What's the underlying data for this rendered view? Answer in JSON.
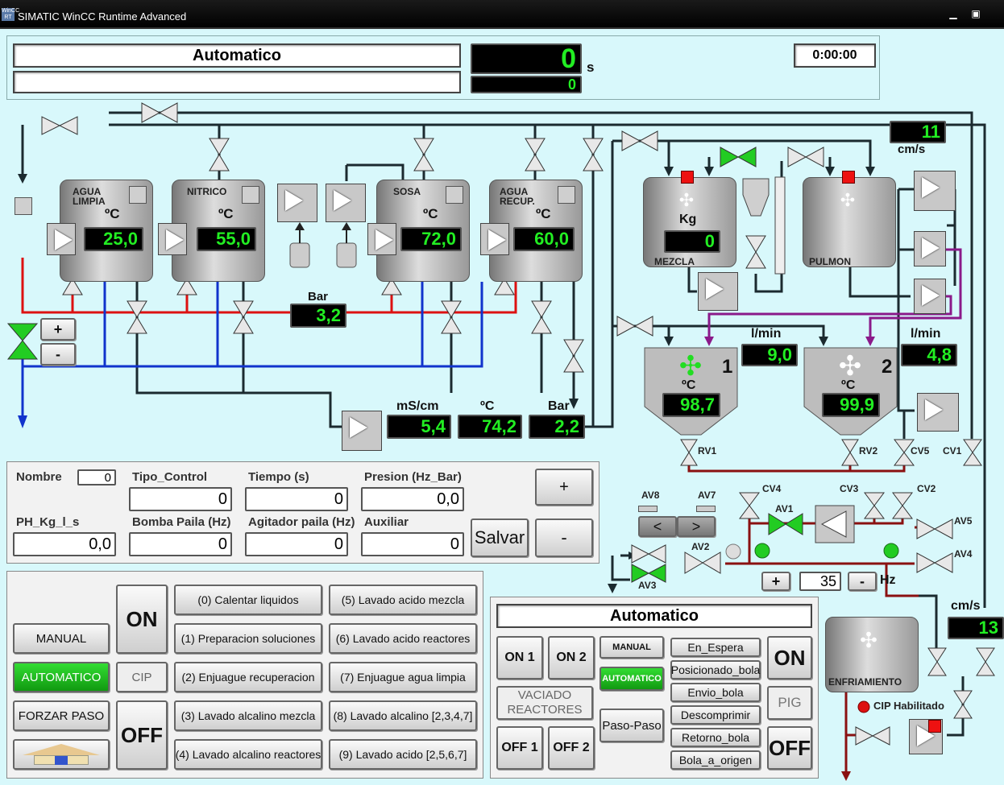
{
  "window": {
    "logo": "WinCC RT",
    "title": "SIMATIC WinCC Runtime Advanced",
    "minimize": "▁",
    "restore": "▣"
  },
  "header": {
    "mode": "Automatico",
    "subtitle": "",
    "timer_big": "0",
    "timer_unit": "s",
    "timer_small": "0",
    "clock": "0:00:00"
  },
  "tanks": [
    {
      "name": "AGUA\nLIMPIA",
      "unit": "ºC",
      "value": "25,0"
    },
    {
      "name": "NITRICO",
      "unit": "ºC",
      "value": "55,0"
    },
    {
      "name": "SOSA",
      "unit": "ºC",
      "value": "72,0"
    },
    {
      "name": "AGUA\nRECUP.",
      "unit": "ºC",
      "value": "60,0"
    }
  ],
  "pressure": {
    "label": "Bar",
    "value": "3,2"
  },
  "manual_valve": {
    "plus": "+",
    "minus": "-"
  },
  "measurements": {
    "cond_label": "mS/cm",
    "cond_value": "5,4",
    "temp_label": "ºC",
    "temp_value": "74,2",
    "bar_label": "Bar",
    "bar_value": "2,2"
  },
  "mix": {
    "flow_value": "11",
    "flow_unit": "cm/s",
    "kg_label": "Kg",
    "kg_value": "0",
    "mezcla": "MEZCLA",
    "pulmon": "PULMON"
  },
  "reactors": [
    {
      "num": "1",
      "flow_label": "l/min",
      "flow_value": "9,0",
      "temp_label": "ºC",
      "temp_value": "98,7"
    },
    {
      "num": "2",
      "flow_label": "l/min",
      "flow_value": "4,8",
      "temp_label": "ºC",
      "temp_value": "99,9"
    }
  ],
  "valves": {
    "rv1": "RV1",
    "rv2": "RV2",
    "cv5": "CV5",
    "cv1": "CV1",
    "cv4": "CV4",
    "cv3": "CV3",
    "cv2": "CV2",
    "av8": "AV8",
    "av7": "AV7",
    "av1": "AV1",
    "av5": "AV5",
    "av4": "AV4",
    "av2": "AV2",
    "av3": "AV3"
  },
  "av_controls": {
    "left": "<",
    "right": ">"
  },
  "freq": {
    "plus": "+",
    "value": "35",
    "minus": "-",
    "unit": "Hz"
  },
  "cooling": {
    "flow_label": "cm/s",
    "flow_value": "13",
    "name": "ENFRIAMIENTO",
    "cip": "CIP Habilitado"
  },
  "recipe": {
    "nombre_label": "Nombre",
    "nombre_value": "0",
    "tipo_label": "Tipo_Control",
    "tipo_value": "0",
    "tiempo_label": "Tiempo (s)",
    "tiempo_value": "0",
    "presion_label": "Presion (Hz_Bar)",
    "presion_value": "0,0",
    "ph_label": "PH_Kg_l_s",
    "ph_value": "0,0",
    "bomba_label": "Bomba Paila (Hz)",
    "bomba_value": "0",
    "agit_label": "Agitador paila (Hz)",
    "agit_value": "0",
    "aux_label": "Auxiliar",
    "aux_value": "0",
    "plus": "+",
    "minus": "-",
    "save": "Salvar"
  },
  "control": {
    "on": "ON",
    "off": "OFF",
    "manual": "MANUAL",
    "automatico": "AUTOMATICO",
    "cip": "CIP",
    "forzar": "FORZAR PASO",
    "steps_left": [
      "(0) Calentar liquidos",
      "(1) Preparacion soluciones",
      "(2)  Enjuague recuperacion",
      "(3) Lavado alcalino mezcla",
      "(4) Lavado alcalino reactores"
    ],
    "steps_right": [
      "(5) Lavado acido mezcla",
      "(6) Lavado acido reactores",
      "(7) Enjuague agua limpia",
      "(8) Lavado alcalino [2,3,4,7]",
      "(9) Lavado acido [2,5,6,7]"
    ]
  },
  "auto_panel": {
    "title": "Automatico",
    "on1": "ON 1",
    "on2": "ON 2",
    "off1": "OFF 1",
    "off2": "OFF 2",
    "manual": "MANUAL",
    "automatico": "AUTOMATICO",
    "vaciado": "VACIADO\nREACTORES",
    "paso": "Paso-Paso",
    "states": [
      "En_Espera",
      "Posicionado_bola",
      "Envio_bola",
      "Descomprimir",
      "Retorno_bola",
      "Bola_a_origen"
    ],
    "on": "ON",
    "pig": "PIG",
    "off": "OFF"
  },
  "colors": {
    "hot": "#dd1111",
    "cold": "#1133cc",
    "pipe": "#1b2a2f",
    "purple": "#8a1a8a",
    "brown": "#8a1111",
    "lcd": "#22ee22",
    "active": "#22cc22"
  }
}
